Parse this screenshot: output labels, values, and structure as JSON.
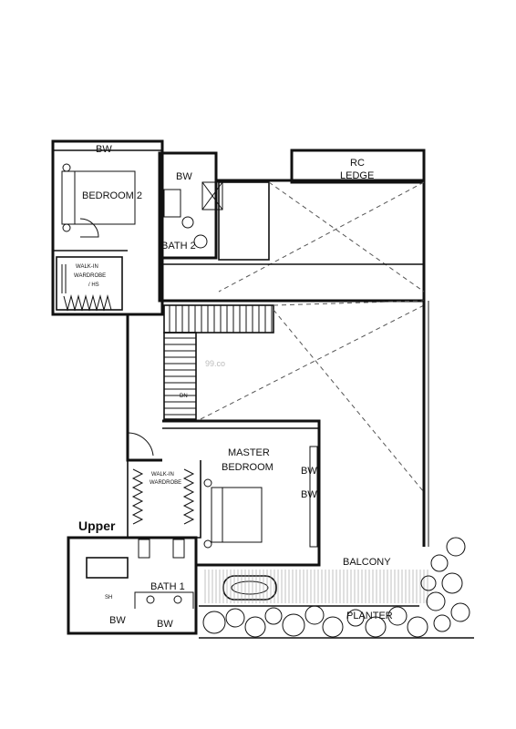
{
  "plan": {
    "level_label": "Upper",
    "watermark": "99.co",
    "rooms": {
      "bedroom2": "BEDROOM 2",
      "bedroom2_bw": "BW",
      "walkin_wardrobe_hs_line1": "WALK-IN",
      "walkin_wardrobe_hs_line2": "WARDROBE",
      "walkin_wardrobe_hs_line3": "/ HS",
      "bath2_bw": "BW",
      "bath2": "BATH 2",
      "rc_ledge_line1": "RC",
      "rc_ledge_line2": "LEDGE",
      "stair_dn": "DN",
      "master_line1": "MASTER",
      "master_line2": "BEDROOM",
      "master_bw1": "BW",
      "master_bw2": "BW",
      "master_walkin_line1": "WALK-IN",
      "master_walkin_line2": "WARDROBE",
      "bath1": "BATH 1",
      "bath1_sh": "SH",
      "bath1_bw1": "BW",
      "bath1_bw2": "BW",
      "balcony": "BALCONY",
      "planter": "PLANTER"
    },
    "colors": {
      "ink": "#111111",
      "paper": "#ffffff"
    }
  }
}
